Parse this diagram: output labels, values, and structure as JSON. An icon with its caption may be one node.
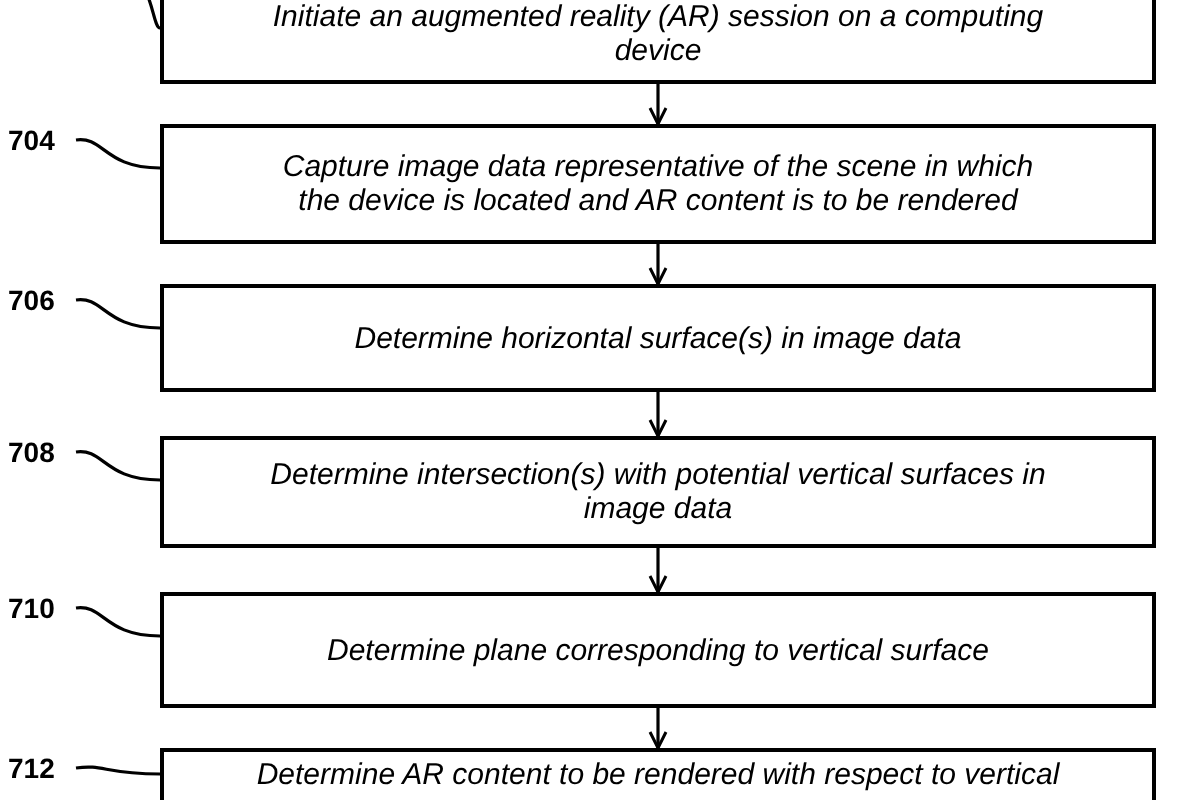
{
  "diagram": {
    "nodes": [
      {
        "text": [
          "Initiate an augmented reality (AR) session on a computing device"
        ]
      },
      {
        "text": [
          "Capture image data representative of the scene in which the device is located and AR content is to be rendered"
        ]
      },
      {
        "text": [
          "Determine horizontal surface(s) in image data"
        ]
      },
      {
        "text": [
          "Determine intersection(s) with potential vertical surfaces in image data"
        ]
      },
      {
        "text": [
          "Determine plane corresponding to vertical surface"
        ]
      },
      {
        "text": [
          "Determine AR content to be rendered with respect to vertical"
        ]
      },
      {
        "text": [
          "704"
        ]
      },
      {
        "text": [
          "706"
        ]
      },
      {
        "text": [
          "708"
        ]
      },
      {
        "text": [
          "710"
        ]
      },
      {
        "text": [
          "712"
        ]
      }
    ],
    "edges": [
      {
        "from": 0,
        "to": 1,
        "arrow": "to"
      },
      {
        "from": 1,
        "to": 2,
        "arrow": "to"
      },
      {
        "from": 2,
        "to": 3,
        "arrow": "to"
      },
      {
        "from": 3,
        "to": 4,
        "arrow": "to"
      },
      {
        "from": 4,
        "to": 5,
        "arrow": "to"
      },
      {
        "from": null,
        "to": 0,
        "arrow": "none"
      },
      {
        "from": 6,
        "to": 1,
        "arrow": "none"
      },
      {
        "from": 7,
        "to": 2,
        "arrow": "none"
      },
      {
        "from": 8,
        "to": 3,
        "arrow": "none"
      },
      {
        "from": 9,
        "to": 4,
        "arrow": "none"
      },
      {
        "from": 10,
        "to": 5,
        "arrow": "none"
      }
    ]
  }
}
